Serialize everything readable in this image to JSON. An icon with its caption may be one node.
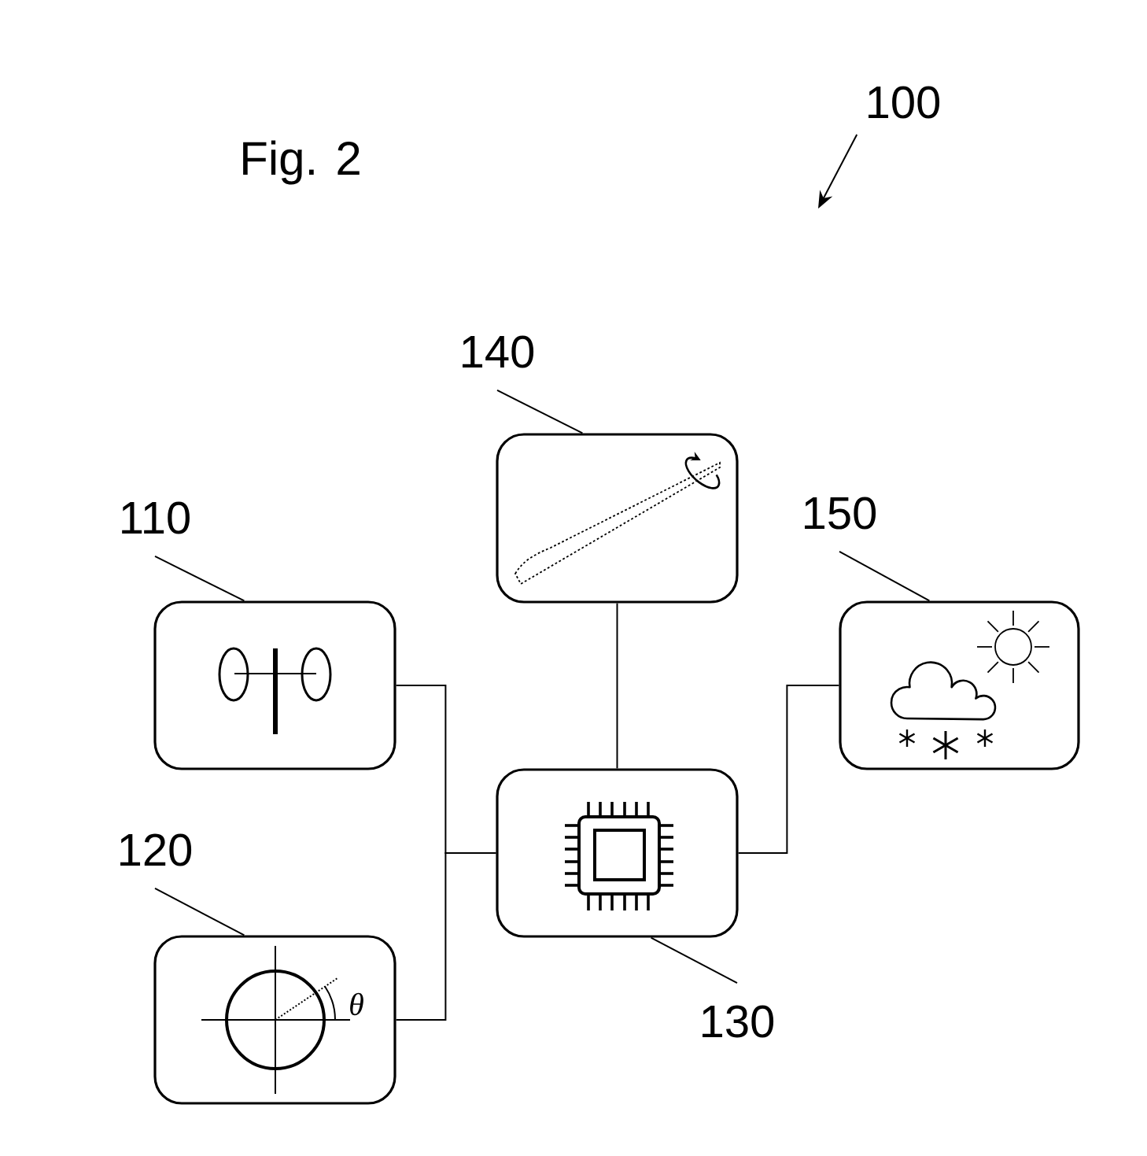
{
  "diagram": {
    "title": "Fig. 2",
    "nodes": [
      {
        "text": [
          "100"
        ]
      },
      {
        "text": [
          "140"
        ]
      },
      {
        "text": [],
        "shape": "box"
      },
      {
        "text": [
          "110"
        ]
      },
      {
        "text": [
          "150"
        ]
      },
      {
        "text": [],
        "shape": "box"
      },
      {
        "text": [],
        "shape": "box"
      },
      {
        "text": [],
        "shape": "box"
      },
      {
        "text": [
          "120"
        ]
      },
      {
        "text": [],
        "shape": "box"
      },
      {
        "text": [
          "130"
        ]
      }
    ],
    "edges": [
      {
        "from": 0,
        "to": null,
        "arrow": "to"
      },
      {
        "from": 1,
        "to": 2,
        "arrow": "none"
      },
      {
        "from": 3,
        "to": 5,
        "arrow": "none"
      },
      {
        "from": 4,
        "to": 6,
        "arrow": "none"
      },
      {
        "from": 8,
        "to": 9,
        "arrow": "none"
      },
      {
        "from": 10,
        "to": 7,
        "arrow": "none"
      },
      {
        "from": 2,
        "to": 7,
        "arrow": "none"
      },
      {
        "from": 5,
        "to": 7,
        "arrow": "none"
      },
      {
        "from": 9,
        "to": 7,
        "arrow": "none"
      },
      {
        "from": 7,
        "to": 6,
        "arrow": "none"
      }
    ],
    "labels": [
      "θ"
    ]
  }
}
